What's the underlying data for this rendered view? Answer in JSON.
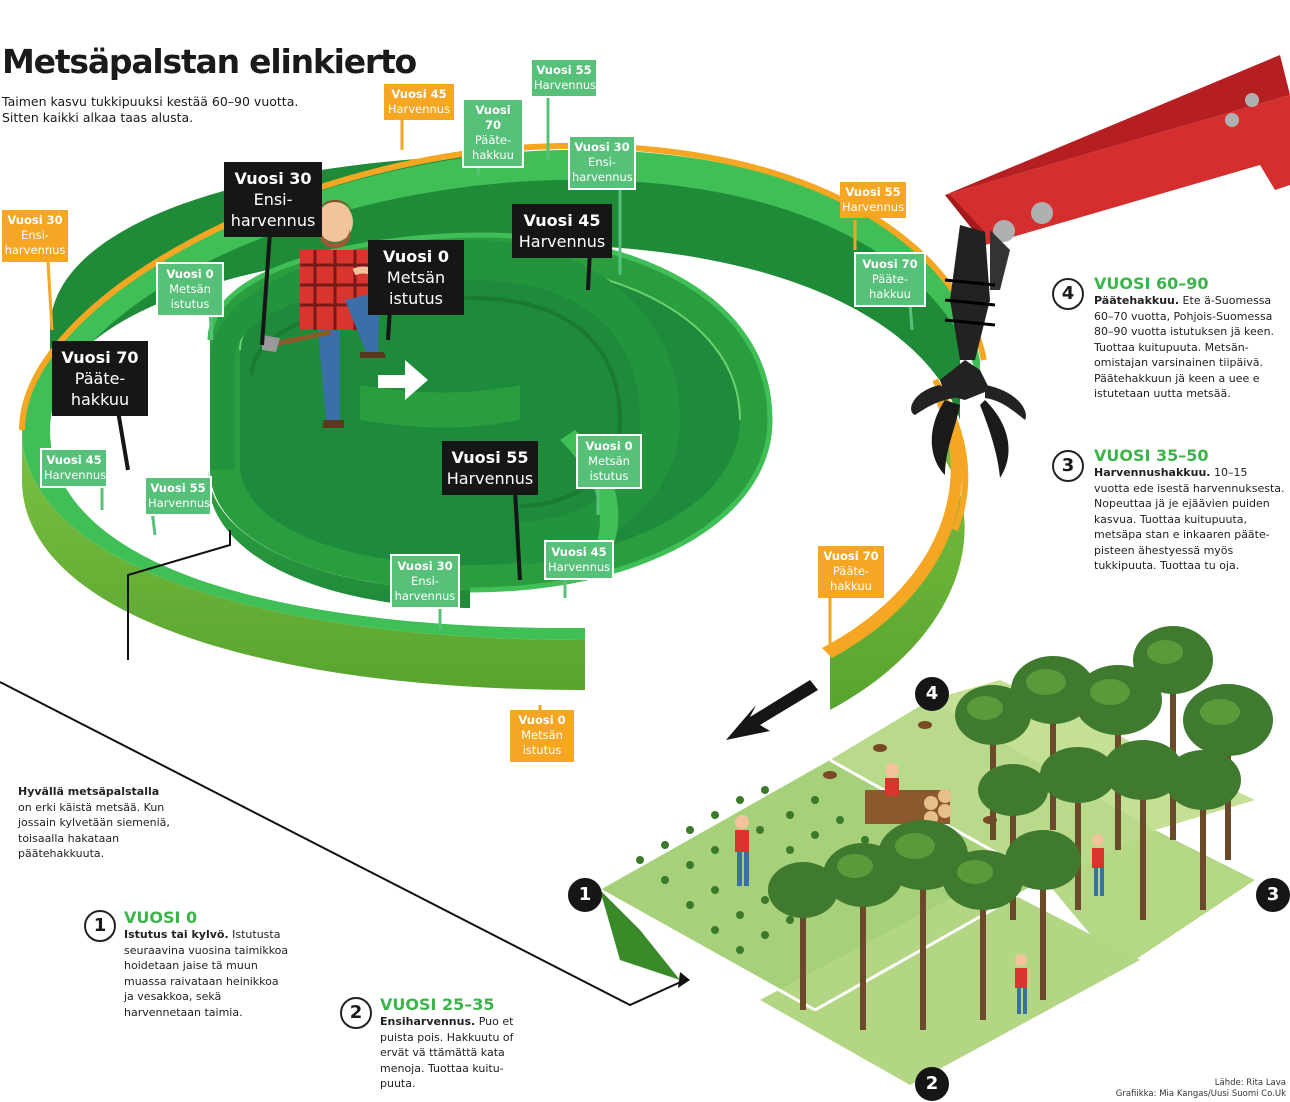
{
  "title": "Metsäpalstan elinkierto",
  "subtitle": [
    "Taimen kasvu tukkipuuksi kestää 60–90 vuotta.",
    "Sitten kaikki alkaa taas alusta."
  ],
  "colors": {
    "orange": "#f5a623",
    "green_label": "#57c17a",
    "ring_dark": "#1e8a3c",
    "ring_light": "#3fbf55",
    "ring_side": "#2a9e3f",
    "crane_red": "#d42e2e",
    "black": "#161616"
  },
  "labels": [
    {
      "id": "v45-top",
      "color": "orange",
      "year": "Vuosi 45",
      "lines": [
        "Harvennus"
      ]
    },
    {
      "id": "v55-top",
      "color": "green",
      "year": "Vuosi 55",
      "lines": [
        "Harvennus"
      ]
    },
    {
      "id": "v70-top",
      "color": "green",
      "year": "Vuosi 70",
      "lines": [
        "Pääte-",
        "hakkuu"
      ]
    },
    {
      "id": "v30-top",
      "color": "green",
      "year": "Vuosi 30",
      "lines": [
        "Ensi-",
        "harvennus"
      ]
    },
    {
      "id": "v30-big",
      "color": "black",
      "year": "Vuosi 30",
      "lines": [
        "Ensi-",
        "harvennus"
      ]
    },
    {
      "id": "v45-big",
      "color": "black",
      "year": "Vuosi 45",
      "lines": [
        "Harvennus"
      ]
    },
    {
      "id": "v0-big",
      "color": "black",
      "year": "Vuosi 0",
      "lines": [
        "Metsän",
        "istutus"
      ]
    },
    {
      "id": "v70-big",
      "color": "black",
      "year": "Vuosi 70",
      "lines": [
        "Pääte-",
        "hakkuu"
      ]
    },
    {
      "id": "v55-big",
      "color": "black",
      "year": "Vuosi 55",
      "lines": [
        "Harvennus"
      ]
    },
    {
      "id": "v30-left",
      "color": "orange",
      "year": "Vuosi 30",
      "lines": [
        "Ensi-",
        "harvennus"
      ]
    },
    {
      "id": "v0-left",
      "color": "green",
      "year": "Vuosi 0",
      "lines": [
        "Metsän",
        "istutus"
      ]
    },
    {
      "id": "v45-left",
      "color": "green",
      "year": "Vuosi 45",
      "lines": [
        "Harvennus"
      ]
    },
    {
      "id": "v55-left",
      "color": "green",
      "year": "Vuosi 55",
      "lines": [
        "Harvennus"
      ]
    },
    {
      "id": "v0-mid",
      "color": "green",
      "year": "Vuosi 0",
      "lines": [
        "Metsän",
        "istutus"
      ]
    },
    {
      "id": "v45-mid",
      "color": "green",
      "year": "Vuosi 45",
      "lines": [
        "Harvennus"
      ]
    },
    {
      "id": "v30-mid",
      "color": "green",
      "year": "Vuosi 30",
      "lines": [
        "Ensi-",
        "harvennus"
      ]
    },
    {
      "id": "v0-bottom",
      "color": "orange",
      "year": "Vuosi 0",
      "lines": [
        "Metsän",
        "istutus"
      ]
    },
    {
      "id": "v55-right",
      "color": "orange",
      "year": "Vuosi 55",
      "lines": [
        "Harvennus"
      ]
    },
    {
      "id": "v70-right",
      "color": "green",
      "year": "Vuosi 70",
      "lines": [
        "Pääte-",
        "hakkuu"
      ]
    },
    {
      "id": "v70-right-low",
      "color": "orange",
      "year": "Vuosi 70",
      "lines": [
        "Pääte-",
        "hakkuu"
      ]
    }
  ],
  "note": {
    "bold": "Hyvällä metsäpalstalla",
    "lines": [
      "on erki käistä metsää. Kun",
      "jossain kylvetään siemeniä,",
      "toisaalla hakataan",
      "päätehakkuuta."
    ]
  },
  "steps": [
    {
      "num": "1",
      "head": "VUOSI 0",
      "bold": "Istutus tai kylvö.",
      "first": " Istutusta",
      "lines": [
        "seuraavina vuosina taimikkoa",
        "hoidetaan jaise tä muun",
        "muassa raivataan heinikkoa",
        "ja vesakkoa, sekä",
        "harvennetaan taimia."
      ]
    },
    {
      "num": "2",
      "head": "VUOSI 25–35",
      "bold": "Ensiharvennus.",
      "first": " Puo et",
      "lines": [
        "puista pois.  Hakkuutu of",
        "ervät vä ttämättä kata",
        "menoja. Tuottaa kuitu-",
        "puuta."
      ]
    },
    {
      "num": "3",
      "head": "VUOSI 35–50",
      "bold": "Harvennushakkuu.",
      "first": " 10–15",
      "lines": [
        "vuotta ede isestä harvennuksesta.",
        "Nopeuttaa jä je ejäävien puiden",
        "kasvua. Tuottaa kuitupuuta,",
        "metsäpa stan e inkaaren pääte-",
        "pisteen ähestyessä myös",
        "tukkipuuta. Tuottaa tu oja."
      ]
    },
    {
      "num": "4",
      "head": "VUOSI 60–90",
      "bold": "Päätehakkuu.",
      "first": " Ete ä-Suomessa",
      "lines": [
        "60–70 vuotta, Pohjois-Suomessa",
        "80–90 vuotta istutuksen jä keen.",
        "Tuottaa kuitupuuta. Metsän-",
        "omistajan varsinainen tiipäivä.",
        "Päätehakkuun jä keen a uee e",
        "istutetaan uutta metsää."
      ]
    }
  ],
  "plot_numbers": [
    "4",
    "1",
    "3",
    "2"
  ],
  "source": [
    "Lähde: Rita Lava",
    "Grafiikka: Mia Kangas/Uusi Suomi Co.Uk"
  ]
}
